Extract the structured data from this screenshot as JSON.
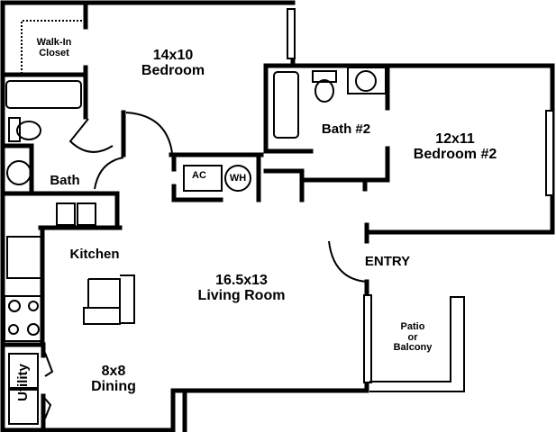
{
  "rooms": {
    "closet": {
      "line1": "Walk-In",
      "line2": "Closet"
    },
    "bedroom1": {
      "size": "14x10",
      "name": "Bedroom"
    },
    "bath1": {
      "name": "Bath"
    },
    "bath2": {
      "name": "Bath #2"
    },
    "bedroom2": {
      "size": "12x11",
      "name": "Bedroom #2"
    },
    "kitchen": {
      "name": "Kitchen"
    },
    "living": {
      "size": "16.5x13",
      "name": "Living Room"
    },
    "entry": {
      "name": "ENTRY"
    },
    "patio": {
      "line1": "Patio",
      "line2": "or",
      "line3": "Balcony"
    },
    "dining": {
      "size": "8x8",
      "name": "Dining"
    },
    "utility": {
      "name": "Utility"
    }
  },
  "fixtures": {
    "ac": "AC",
    "wh": "WH"
  },
  "colors": {
    "wall": "#000000",
    "background": "#ffffff"
  }
}
